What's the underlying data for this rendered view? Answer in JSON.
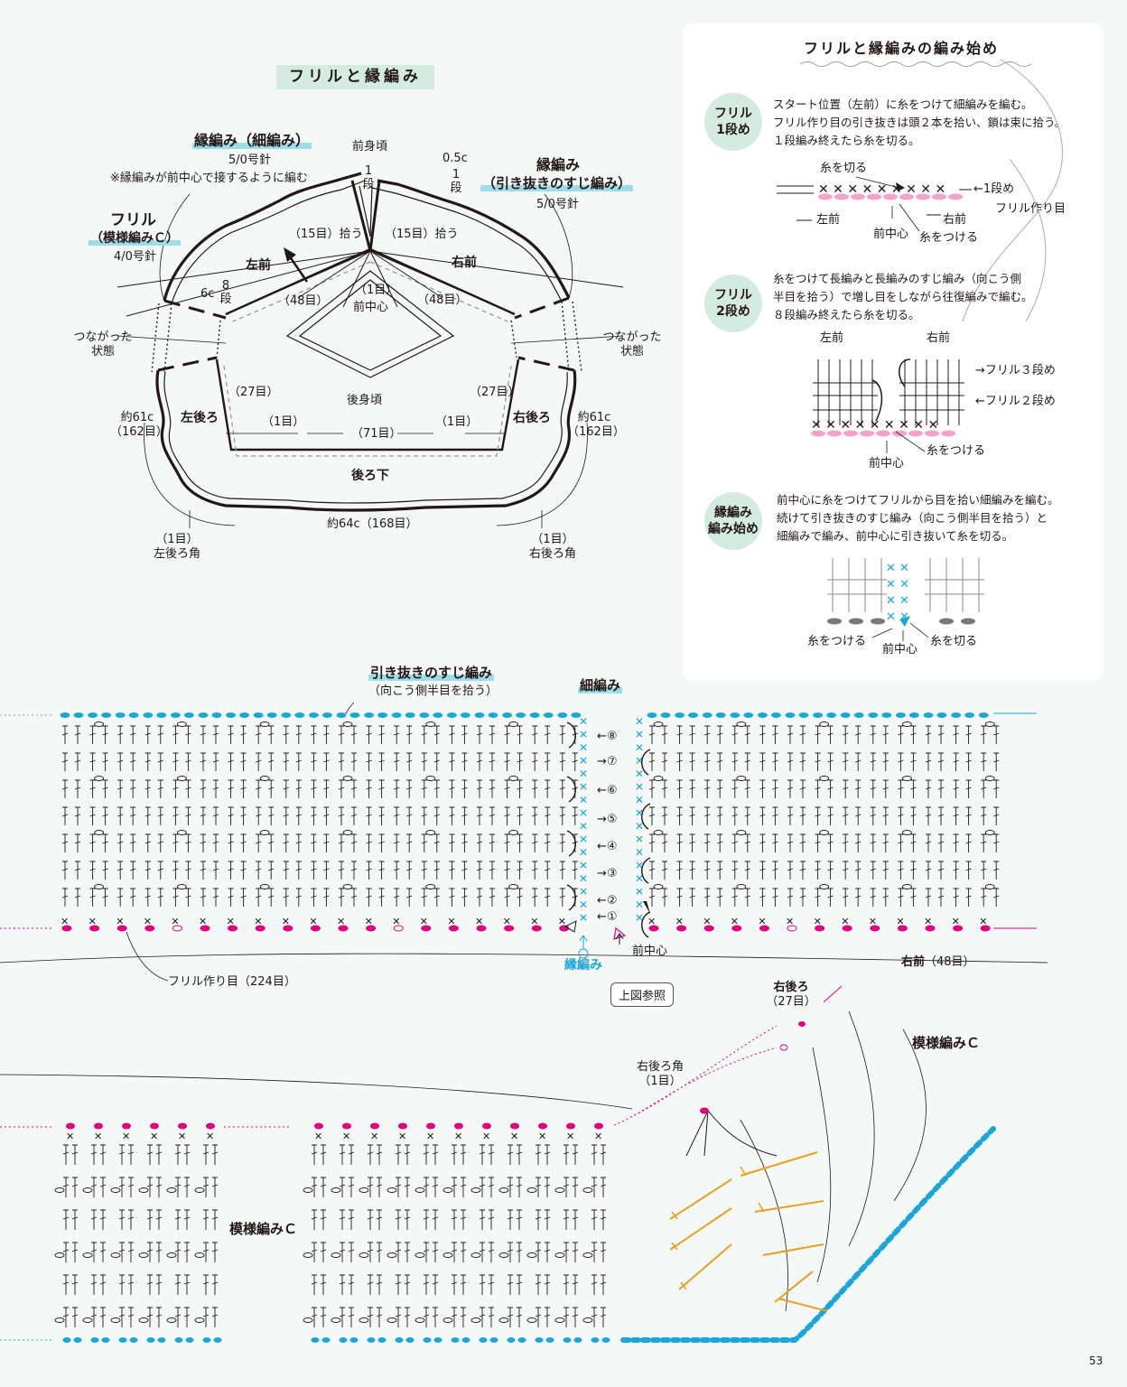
{
  "schematic": {
    "title": "フリルと縁編み",
    "edge_a_title": "縁編み（細編み）",
    "edge_a_needle": "5/0号針",
    "edge_a_note": "※縁編みが前中心で接するように編む",
    "edge_b_title": "縁編み",
    "edge_b_sub": "（引き抜きのすじ編み）",
    "edge_b_needle": "5/0号針",
    "edge_b_width": "0.5c",
    "edge_b_rows": "1",
    "edge_b_rows_unit": "段",
    "front_body": "前身頃",
    "front_rows": "1",
    "front_rows_unit": "段",
    "frill_title": "フリル",
    "frill_sub": "（模様編みＣ）",
    "frill_needle": "4/0号針",
    "frill_width": "6c",
    "frill_rows": "8",
    "frill_rows_unit": "段",
    "pick_left": "（15目）拾う",
    "pick_right": "（15目）拾う",
    "left_front": "左前",
    "right_front": "右前",
    "left_48": "（48目）",
    "right_48": "（48目）",
    "center_count": "（1目）",
    "center_front": "前中心",
    "connected_l": "つながった\n状態",
    "connected_r": "つながった\n状態",
    "left_27": "（27目）",
    "right_27": "（27目）",
    "back_body": "後身頃",
    "left_back": "左後ろ",
    "right_back": "右後ろ",
    "left_1": "（1目）",
    "right_1": "（1目）",
    "count_71": "（71目）",
    "left_len": "約61c",
    "left_len_count": "（162目）",
    "right_len": "約61c",
    "right_len_count": "（162目）",
    "back_bottom": "後ろ下",
    "bottom_len": "約64c（168目）",
    "corner_l_count": "（1目）",
    "corner_l": "左後ろ角",
    "corner_r_count": "（1目）",
    "corner_r": "右後ろ角"
  },
  "panel": {
    "title": "フリルと縁編みの編み始め",
    "step1_badge": "フリル\n1段め",
    "step1_text": "スタート位置（左前）に糸をつけて細編みを編む。\nフリル作り目の引き抜きは頭２本を拾い、鎖は束に拾う。\n１段編み終えたら糸を切る。",
    "step1_cut": "糸を切る",
    "step1_row": "←1段め",
    "step1_chain": "フリル作り目",
    "step1_lf": "左前",
    "step1_rf": "右前",
    "step1_cf": "前中心",
    "step1_attach": "糸をつける",
    "step2_badge": "フリル\n2段め",
    "step2_text": "糸をつけて長編みと長編みのすじ編み（向こう側\n半目を拾う）で増し目をしながら往復編みで編む。\n８段編み終えたら糸を切る。",
    "step2_lf": "左前",
    "step2_rf": "右前",
    "step2_r3": "→フリル３段め",
    "step2_r2": "←フリル２段め",
    "step2_attach": "糸をつける",
    "step2_cf": "前中心",
    "step3_badge": "縁編み\n編み始め",
    "step3_text": "前中心に糸をつけてフリルから目を拾い細編みを編む。\n続けて引き抜きのすじ編み（向こう側半目を拾う）と\n細編みで編み、前中心に引き抜いて糸を切る。",
    "step3_attach": "糸をつける",
    "step3_cf": "前中心",
    "step3_cut": "糸を切る"
  },
  "chart1": {
    "slip_title": "引き抜きのすじ編み",
    "slip_sub": "（向こう側半目を拾う）",
    "sc_title": "細編み",
    "rows": [
      "←⑧",
      "→⑦",
      "←⑥",
      "→⑤",
      "←④",
      "→③",
      "←②",
      "←①"
    ],
    "edge_label": "縁編み",
    "center_label": "前中心",
    "frill_chain": "フリル作り目（224目）",
    "right_front": "右前",
    "right_front_count": "（48目）",
    "callout": "上図参照"
  },
  "chart2": {
    "right_back": "右後ろ",
    "right_back_count": "（27目）",
    "pattern_right": "模様編みＣ",
    "corner": "右後ろ角",
    "corner_count": "（1目）",
    "pattern_left": "模様編みＣ"
  },
  "page_number": "53",
  "colors": {
    "magenta": "#e3007f",
    "blue": "#1aa6d8",
    "orange": "#e8a020",
    "mint": "#d4ebe2",
    "pink_oval": "#f4a3c8",
    "grey_oval": "#777777"
  }
}
